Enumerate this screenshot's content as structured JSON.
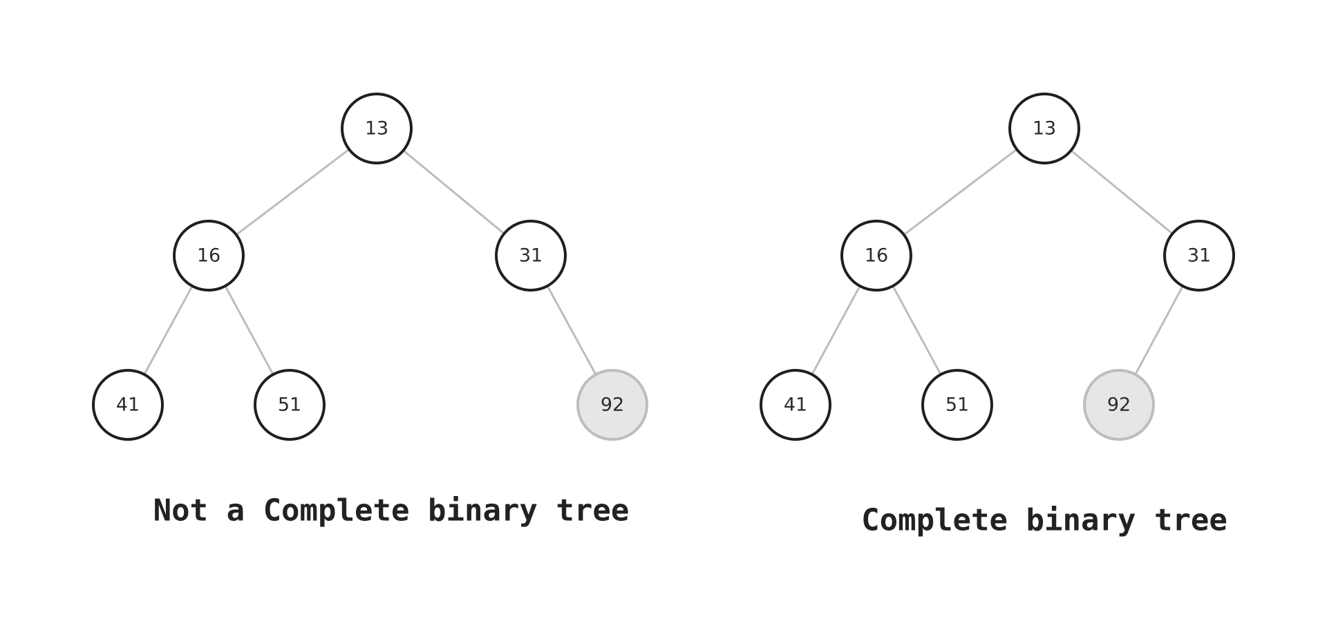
{
  "colors": {
    "background": "#ffffff",
    "node_border": "#1f1f1f",
    "node_fill": "#ffffff",
    "highlight_fill": "#e6e6e6",
    "highlight_border": "#bdbdbd",
    "edge": "#bdbdbd",
    "text": "#2b2b2b"
  },
  "trees": [
    {
      "caption": "Not a Complete binary tree",
      "nodes": [
        {
          "id": "root",
          "value": "13",
          "highlight": false
        },
        {
          "id": "left",
          "value": "16",
          "highlight": false
        },
        {
          "id": "right",
          "value": "31",
          "highlight": false
        },
        {
          "id": "left-left",
          "value": "41",
          "highlight": false
        },
        {
          "id": "left-right",
          "value": "51",
          "highlight": false
        },
        {
          "id": "right-right",
          "value": "92",
          "highlight": true
        }
      ],
      "edges": [
        [
          "root",
          "left"
        ],
        [
          "root",
          "right"
        ],
        [
          "left",
          "left-left"
        ],
        [
          "left",
          "left-right"
        ],
        [
          "right",
          "right-right"
        ]
      ]
    },
    {
      "caption": "Complete binary tree",
      "nodes": [
        {
          "id": "root",
          "value": "13",
          "highlight": false
        },
        {
          "id": "left",
          "value": "16",
          "highlight": false
        },
        {
          "id": "right",
          "value": "31",
          "highlight": false
        },
        {
          "id": "left-left",
          "value": "41",
          "highlight": false
        },
        {
          "id": "left-right",
          "value": "51",
          "highlight": false
        },
        {
          "id": "right-left",
          "value": "92",
          "highlight": true
        }
      ],
      "edges": [
        [
          "root",
          "left"
        ],
        [
          "root",
          "right"
        ],
        [
          "left",
          "left-left"
        ],
        [
          "left",
          "left-right"
        ],
        [
          "right",
          "right-left"
        ]
      ]
    }
  ]
}
